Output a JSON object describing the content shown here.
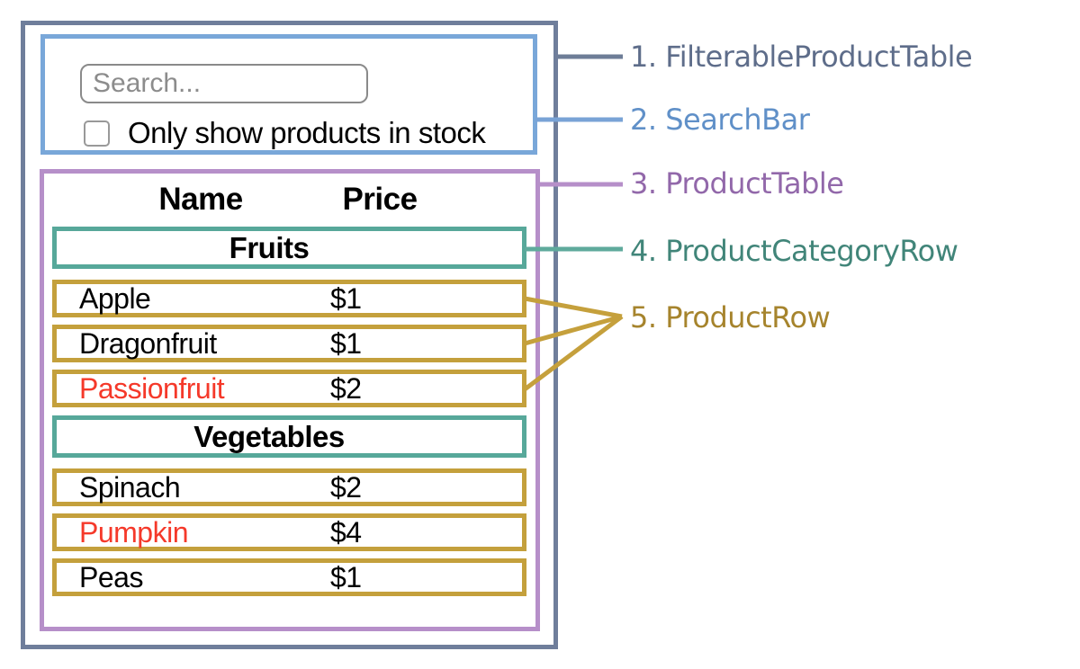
{
  "components": {
    "search_bar": {
      "search_placeholder": "Search...",
      "checkbox_label": "Only show products in stock",
      "checkbox_checked": false
    },
    "product_table": {
      "header": {
        "name": "Name",
        "price": "Price"
      },
      "sections": [
        {
          "category": "Fruits",
          "rows": [
            {
              "name": "Apple",
              "price": "$1",
              "in_stock": true
            },
            {
              "name": "Dragonfruit",
              "price": "$1",
              "in_stock": true
            },
            {
              "name": "Passionfruit",
              "price": "$2",
              "in_stock": false
            }
          ]
        },
        {
          "category": "Vegetables",
          "rows": [
            {
              "name": "Spinach",
              "price": "$2",
              "in_stock": true
            },
            {
              "name": "Pumpkin",
              "price": "$4",
              "in_stock": false
            },
            {
              "name": "Peas",
              "price": "$1",
              "in_stock": true
            }
          ]
        }
      ]
    }
  },
  "annotations": [
    {
      "label": "1. FilterableProductTable",
      "color": "#5e6d8a",
      "line_color": "#6e7d97"
    },
    {
      "label": "2. SearchBar",
      "color": "#6090c8",
      "line_color": "#79a3d6"
    },
    {
      "label": "3. ProductTable",
      "color": "#9268aa",
      "line_color": "#b68fc9"
    },
    {
      "label": "4. ProductCategoryRow",
      "color": "#418579",
      "line_color": "#5faa9c"
    },
    {
      "label": "5. ProductRow",
      "color": "#a6842d",
      "line_color": "#c5a03c"
    }
  ],
  "colors": {
    "filterable_product_table_border": "#6f7e9b",
    "search_bar_border": "#79a7d9",
    "product_table_border": "#b68fc9",
    "category_row_border": "#57a89a",
    "product_row_border": "#c4a03c",
    "out_of_stock_text": "#f5392a",
    "in_stock_text": "#000000",
    "placeholder_text": "#8c8c8c"
  }
}
